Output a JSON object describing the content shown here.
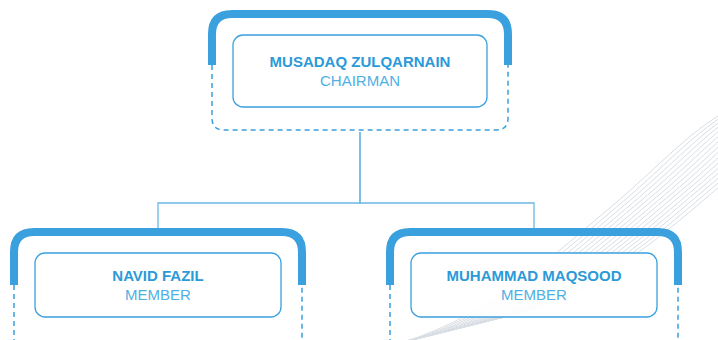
{
  "diagram": {
    "nodes": [
      {
        "text": [
          "MUSADAQ ZULQARNAIN",
          "CHAIRMAN"
        ]
      },
      {
        "text": [
          "NAVID FAZIL",
          "MEMBER"
        ]
      },
      {
        "text": [
          "MUHAMMAD MAQSOOD",
          "MEMBER"
        ]
      }
    ],
    "edges": [
      {
        "from": 0,
        "to": 1,
        "arrow": "none"
      },
      {
        "from": 0,
        "to": 2,
        "arrow": "none"
      }
    ]
  }
}
